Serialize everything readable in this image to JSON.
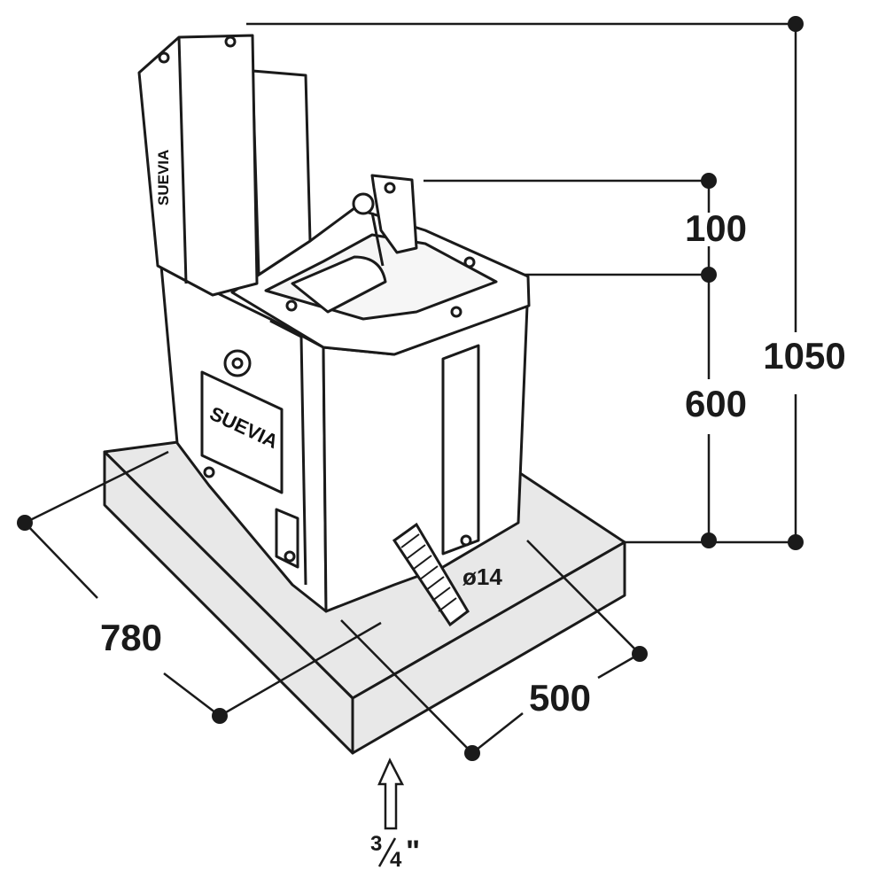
{
  "dimensions": {
    "total_height": "1050",
    "bowl_height": "600",
    "valve_height": "100",
    "depth": "780",
    "width": "500",
    "pipe_diameter": "ø14"
  },
  "brand": {
    "lid_label": "SUEVIA",
    "body_label": "SUEVIA"
  },
  "inlet": {
    "fraction_numerator": "3",
    "fraction_denominator": "4",
    "inch_mark": "\""
  },
  "colors": {
    "line": "#1a1a1a",
    "slab_fill": "#e8e8e8",
    "body_fill": "#ffffff"
  }
}
